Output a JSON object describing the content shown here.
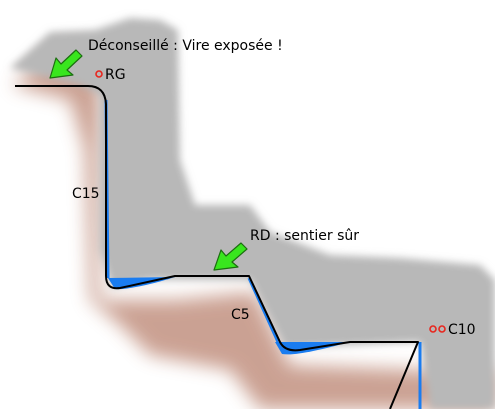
{
  "annotations": {
    "warning": "Déconseillé : Vire exposée !",
    "safe_path": "RD : sentier sûr"
  },
  "belay_points": {
    "rg": "RG",
    "c10": "C10"
  },
  "pitch_labels": {
    "c15": "C15",
    "c5": "C5"
  },
  "colors": {
    "rock": "#b8b8b8",
    "rock_shadow": "#a0543a",
    "line": "#000000",
    "water": "#1a7cf0",
    "arrow": "#39e61e",
    "anchor": "#e8261e"
  },
  "icons": [
    "arrow-icon",
    "anchor-ring-icon"
  ]
}
